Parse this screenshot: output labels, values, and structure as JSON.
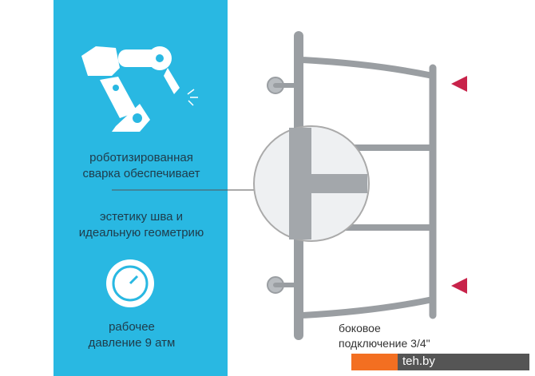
{
  "features": [
    {
      "icon": "robot-arm-icon",
      "lines": [
        "роботизированная",
        "сварка обеспечивает",
        "эстетику шва и",
        "идеальную геометрию"
      ]
    },
    {
      "icon": "pressure-gauge-icon",
      "lines": [
        "рабочее",
        "давление 9 атм"
      ]
    }
  ],
  "connection": {
    "lines": [
      "боковое",
      "подключение 3/4\""
    ]
  },
  "watermark": "teh.by",
  "colors": {
    "panel": "#29b8e2",
    "arrow": "#c8234a"
  }
}
